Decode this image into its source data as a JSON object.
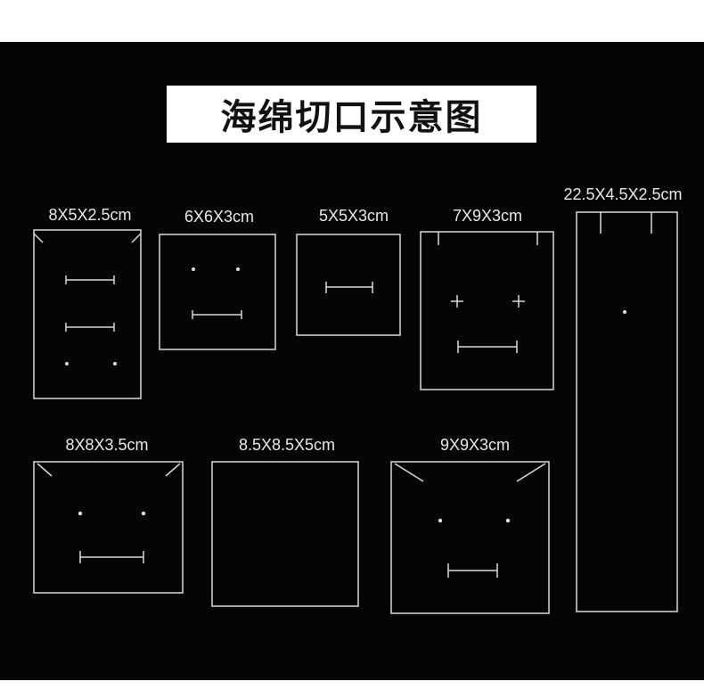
{
  "title": "海绵切口示意图",
  "colors": {
    "background": "#050505",
    "line": "#d9d9d9",
    "title_bg": "#ffffff",
    "title_text": "#111111"
  },
  "pieces": [
    {
      "id": "p1",
      "label": "8X5X2.5cm",
      "cuts": [
        "corner-slits-top",
        "bar-top",
        "bar-middle",
        "two-dots-bottom"
      ]
    },
    {
      "id": "p2",
      "label": "6X6X3cm",
      "cuts": [
        "two-dots",
        "bar"
      ]
    },
    {
      "id": "p3",
      "label": "5X5X3cm",
      "cuts": [
        "bar"
      ]
    },
    {
      "id": "p4",
      "label": "7X9X3cm",
      "cuts": [
        "vertical-slits-top",
        "two-crosses",
        "bar"
      ]
    },
    {
      "id": "p5",
      "label": "22.5X4.5X2.5cm",
      "cuts": [
        "vertical-slits-top",
        "one-dot"
      ]
    },
    {
      "id": "p6",
      "label": "8X8X3.5cm",
      "cuts": [
        "corner-slits-top",
        "two-dots",
        "bar"
      ]
    },
    {
      "id": "p7",
      "label": "8.5X8.5X5cm",
      "cuts": []
    },
    {
      "id": "p8",
      "label": "9X9X3cm",
      "cuts": [
        "corner-slits-top",
        "two-dots",
        "bar"
      ]
    }
  ]
}
